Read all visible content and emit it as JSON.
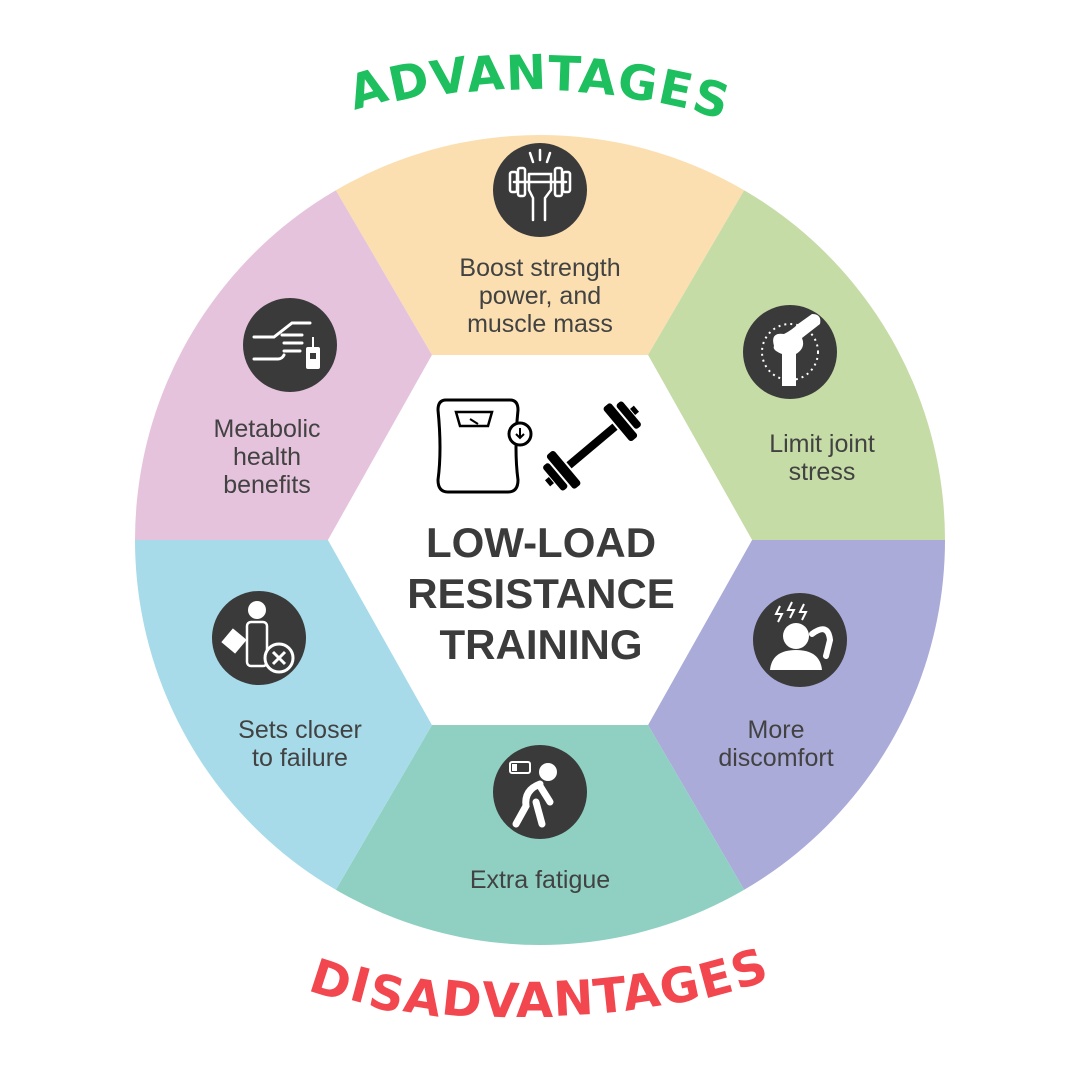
{
  "header": {
    "advantages": "ADVANTAGES",
    "disadvantages": "DISADVANTAGES"
  },
  "center": {
    "title_lines": [
      "LOW-LOAD",
      "RESISTANCE",
      "TRAINING"
    ]
  },
  "segments": [
    {
      "group": "advantage",
      "icon": "flexed-arm-dumbbell-icon",
      "color": "#FBDFB0",
      "lines": [
        "Boost strength",
        "power, and",
        "muscle mass"
      ]
    },
    {
      "group": "advantage",
      "icon": "joint-bone-icon",
      "color": "#C6DCA6",
      "lines": [
        "Limit joint",
        "stress"
      ]
    },
    {
      "group": "disadvantage",
      "icon": "headache-person-icon",
      "color": "#AAABD9",
      "lines": [
        "More",
        "discomfort"
      ]
    },
    {
      "group": "disadvantage",
      "icon": "tired-person-low-battery-icon",
      "color": "#8FD0C2",
      "lines": [
        "Extra fatigue"
      ]
    },
    {
      "group": "disadvantage",
      "icon": "failed-person-icon",
      "color": "#A7DBE9",
      "lines": [
        "Sets closer",
        "to failure"
      ]
    },
    {
      "group": "advantage",
      "icon": "glucose-meter-finger-icon",
      "color": "#E6C3DC",
      "lines": [
        "Metabolic",
        "health",
        "benefits"
      ]
    }
  ],
  "colors": {
    "advantages": "#1DBF5E",
    "disadvantages": "#F2474F",
    "icon_bg": "#3A3A3A"
  }
}
